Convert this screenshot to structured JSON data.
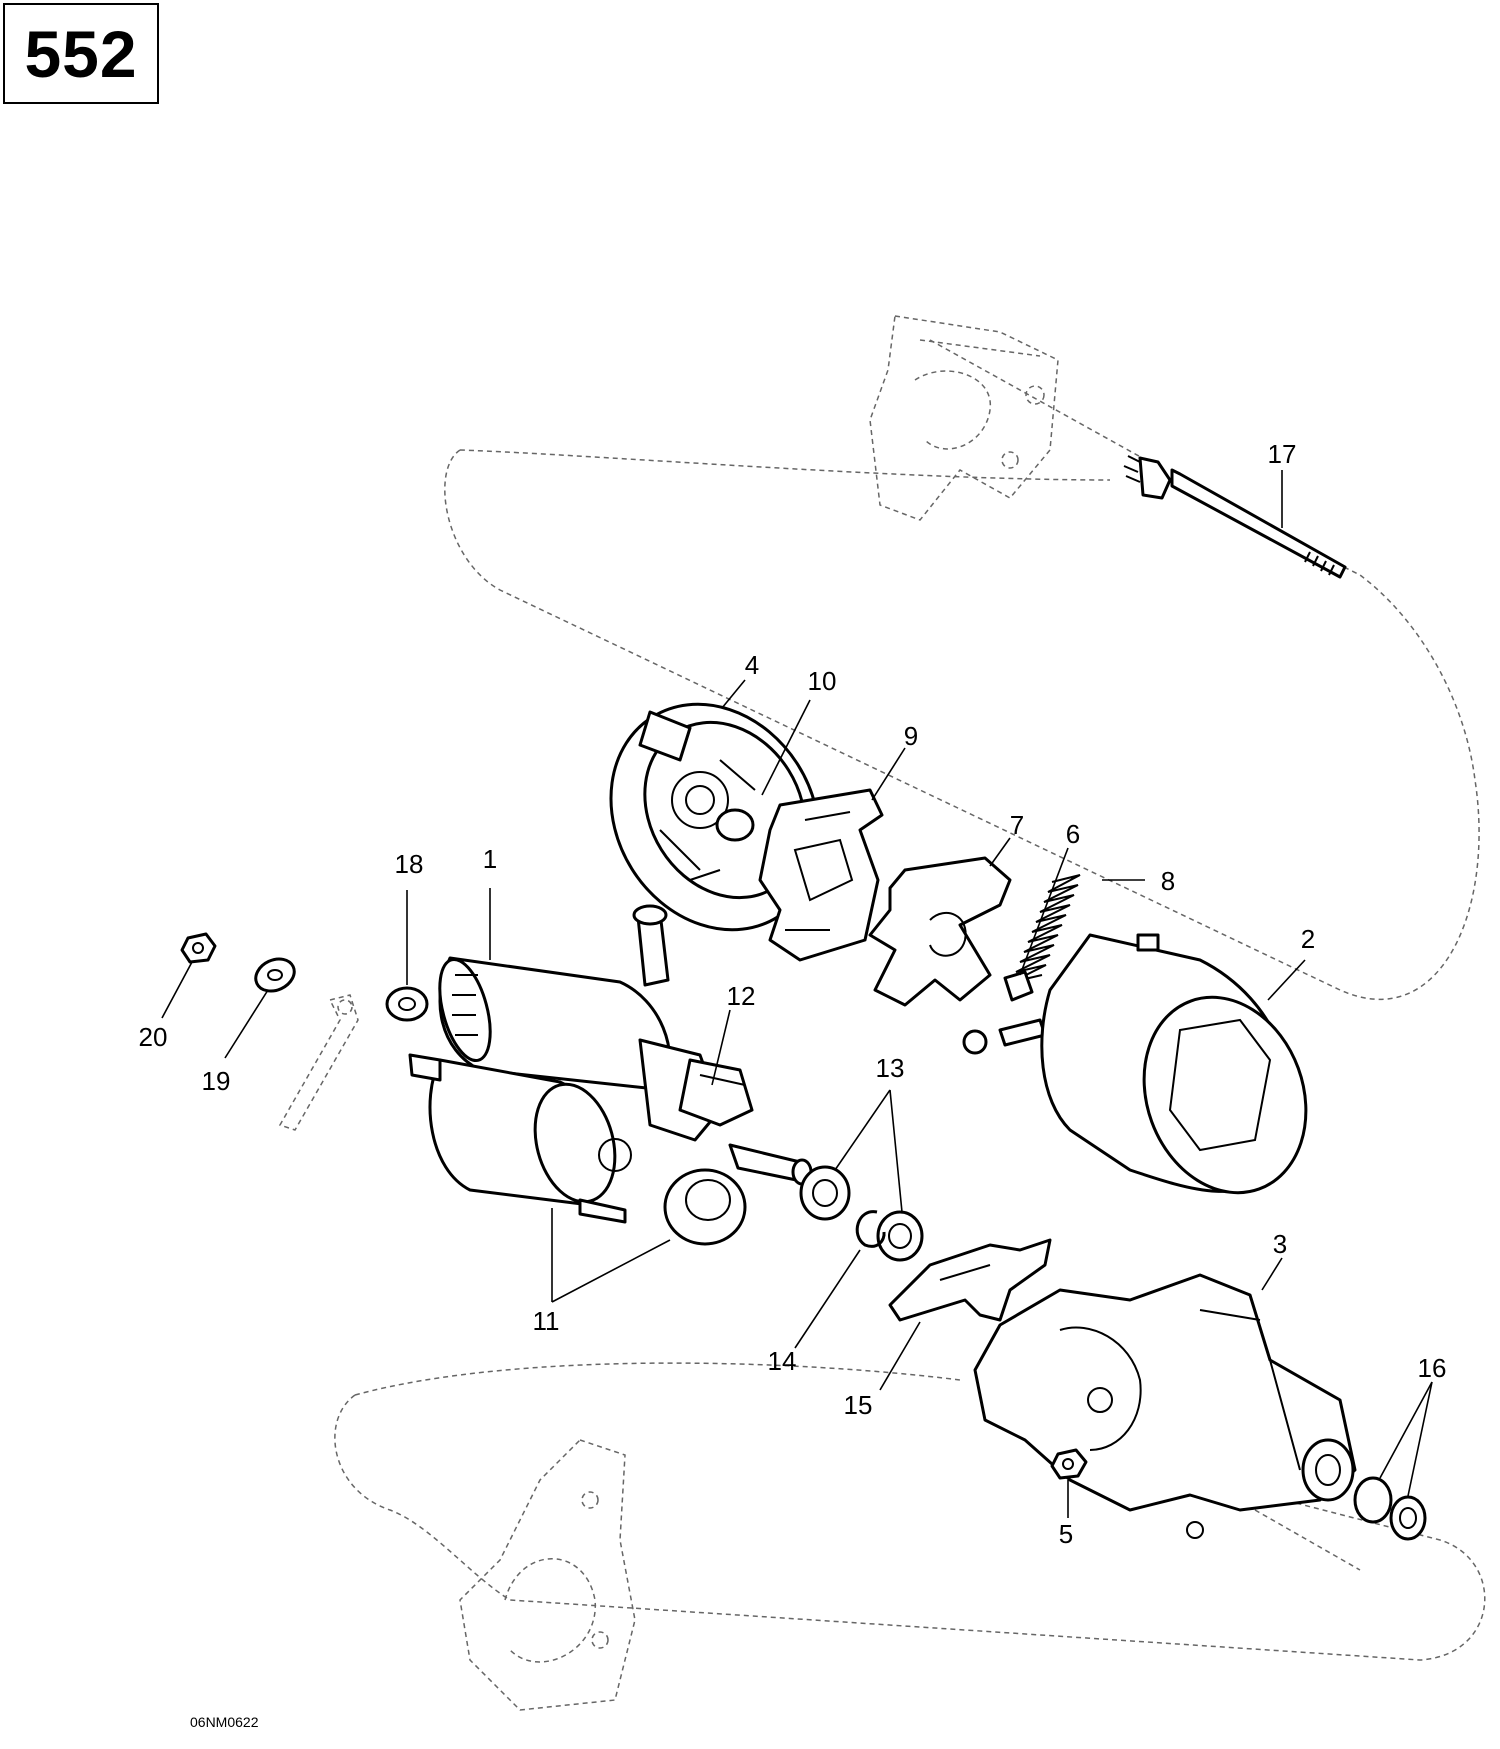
{
  "page": {
    "number": "552"
  },
  "figure": {
    "code": "06NM0622"
  },
  "callouts": {
    "c1": "1",
    "c2": "2",
    "c3": "3",
    "c4": "4",
    "c5": "5",
    "c6": "6",
    "c7": "7",
    "c8": "8",
    "c9": "9",
    "c10": "10",
    "c11": "11",
    "c12": "12",
    "c13": "13",
    "c14": "14",
    "c15": "15",
    "c16": "16",
    "c17": "17",
    "c18": "18",
    "c19": "19",
    "c20": "20"
  }
}
